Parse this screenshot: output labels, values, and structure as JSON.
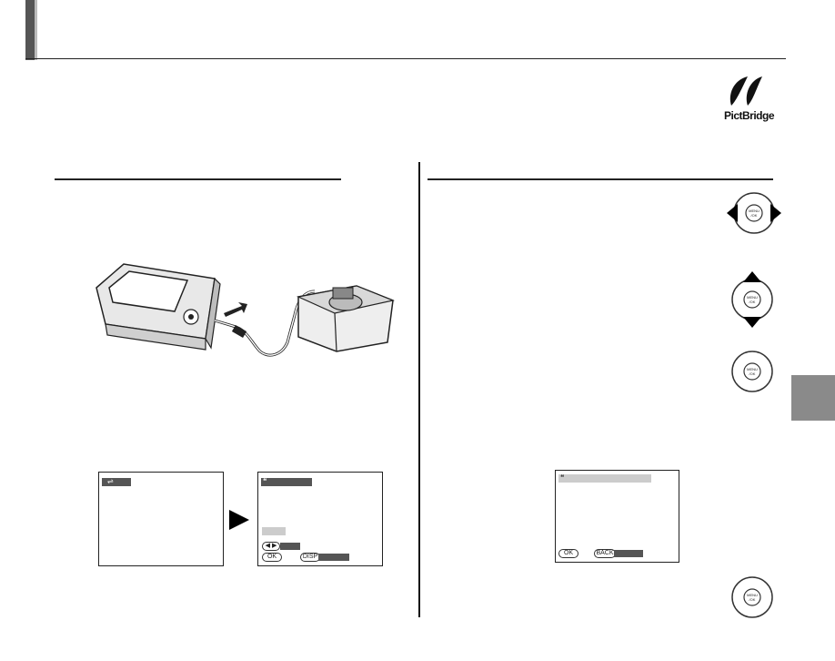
{
  "header": {
    "title": ""
  },
  "logo": {
    "text": "PictBridge"
  },
  "screens": {
    "usb_screen": {},
    "pictbridge_screen": {
      "ok_label": "OK",
      "disp_label": "DISP"
    },
    "print_screen": {
      "ok_label": "OK",
      "back_label": "BACK"
    }
  },
  "dpad": {
    "menu_label_top": "MENU",
    "menu_label_bottom": "/OK"
  },
  "colors": {
    "tab": "#8a8a8a",
    "header_bar": "#555555"
  }
}
